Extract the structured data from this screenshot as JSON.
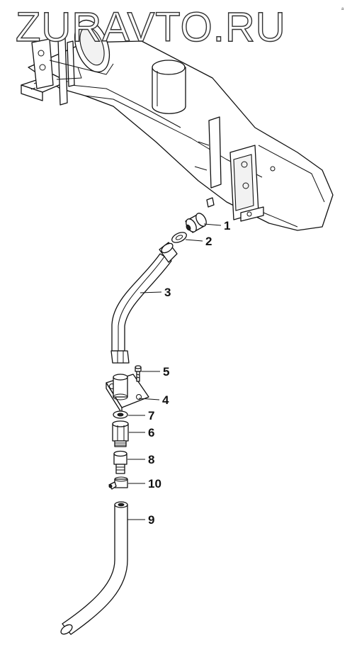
{
  "watermark": {
    "text": "ZURAVTO.RU"
  },
  "corner_mark": "a",
  "callouts": [
    {
      "id": "1",
      "label": "1"
    },
    {
      "id": "2",
      "label": "2"
    },
    {
      "id": "3",
      "label": "3"
    },
    {
      "id": "4",
      "label": "4"
    },
    {
      "id": "5",
      "label": "5"
    },
    {
      "id": "6",
      "label": "6"
    },
    {
      "id": "7",
      "label": "7"
    },
    {
      "id": "8",
      "label": "8"
    },
    {
      "id": "9",
      "label": "9"
    },
    {
      "id": "10",
      "label": "10"
    }
  ]
}
